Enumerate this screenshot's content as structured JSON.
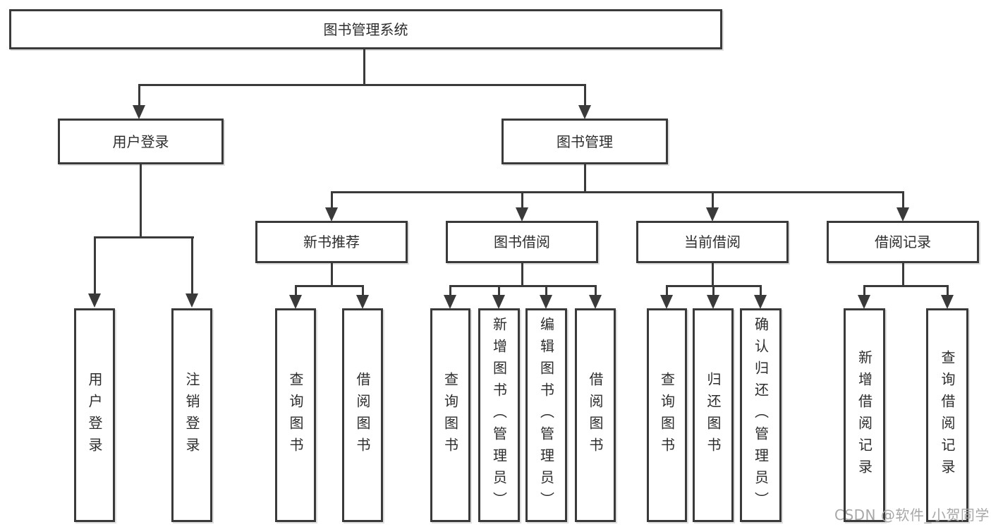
{
  "tree": {
    "label": "图书管理系统",
    "children": [
      {
        "label": "用户登录",
        "children": [
          {
            "label": "用户登录"
          },
          {
            "label": "注销登录"
          }
        ]
      },
      {
        "label": "图书管理",
        "children": [
          {
            "label": "新书推荐",
            "children": [
              {
                "label": "查询图书"
              },
              {
                "label": "借阅图书"
              }
            ]
          },
          {
            "label": "图书借阅",
            "children": [
              {
                "label": "查询图书"
              },
              {
                "label": "新增图书（管理员）"
              },
              {
                "label": "编辑图书（管理员）"
              },
              {
                "label": "借阅图书"
              }
            ]
          },
          {
            "label": "当前借阅",
            "children": [
              {
                "label": "查询图书"
              },
              {
                "label": "归还图书"
              },
              {
                "label": "确认归还（管理员）"
              }
            ]
          },
          {
            "label": "借阅记录",
            "children": [
              {
                "label": "新增借阅记录"
              },
              {
                "label": "查询借阅记录"
              }
            ]
          }
        ]
      }
    ]
  },
  "watermark": {
    "text": "CSDN @软件_小贺同学"
  },
  "colors": {
    "line": "#3a3a3a",
    "text": "#2d2d2d",
    "background": "#ffffff",
    "watermark": "#a8a8a8"
  }
}
